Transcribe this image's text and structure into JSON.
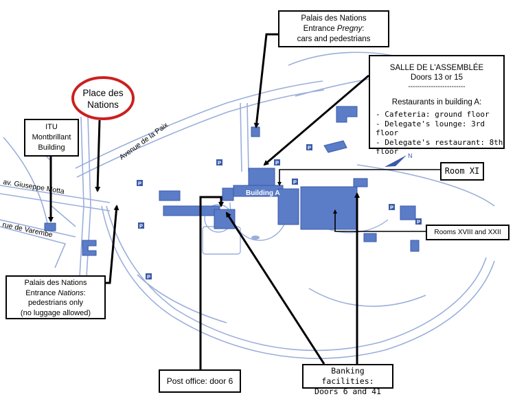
{
  "colors": {
    "building": "#5b7cc7",
    "building_dark": "#3a5aa8",
    "road": "#9aaedb",
    "ink": "#000000",
    "place_ring": "#cc1f1f"
  },
  "streets": {
    "avenue": "Avenue de la Paix",
    "motta": "av. Giuseppe Motta",
    "varembe": "rue de Varembe"
  },
  "place": {
    "line1": "Place des",
    "line2": "Nations"
  },
  "itu": {
    "line1": "ITU",
    "line2": "Montbrillant",
    "line3": "Building"
  },
  "pregny": {
    "line1": "Palais des Nations",
    "line2_pre": "Entrance ",
    "line2_em": "Pregny",
    "line2_post": ":",
    "line3": "cars and pedestrians"
  },
  "assembly": {
    "title": "SALLE DE L'ASSEMBLÉE",
    "doors": "Doors 13 or 15",
    "divider": "-------------------------",
    "rest_title": "Restaurants in building A:",
    "items": [
      "- Cafeteria: ground floor",
      "- Delegate's lounge: 3rd floor",
      "- Delegate's restaurant: 8th floor"
    ]
  },
  "room_xi": "Room XI",
  "rooms_xviii": "Rooms XVIII and XXII",
  "nations_entrance": {
    "line1": "Palais des Nations",
    "line2_pre": "Entrance ",
    "line2_em": "Nations",
    "line2_post": ":",
    "line3": "pedestrians only",
    "line4": "(no luggage allowed)"
  },
  "post_office": "Post office: door 6",
  "banking": {
    "line1": "Banking facilities:",
    "line2": "Doors 6 and 41"
  },
  "building_a": "Building A",
  "parking": "P",
  "compass": "N"
}
